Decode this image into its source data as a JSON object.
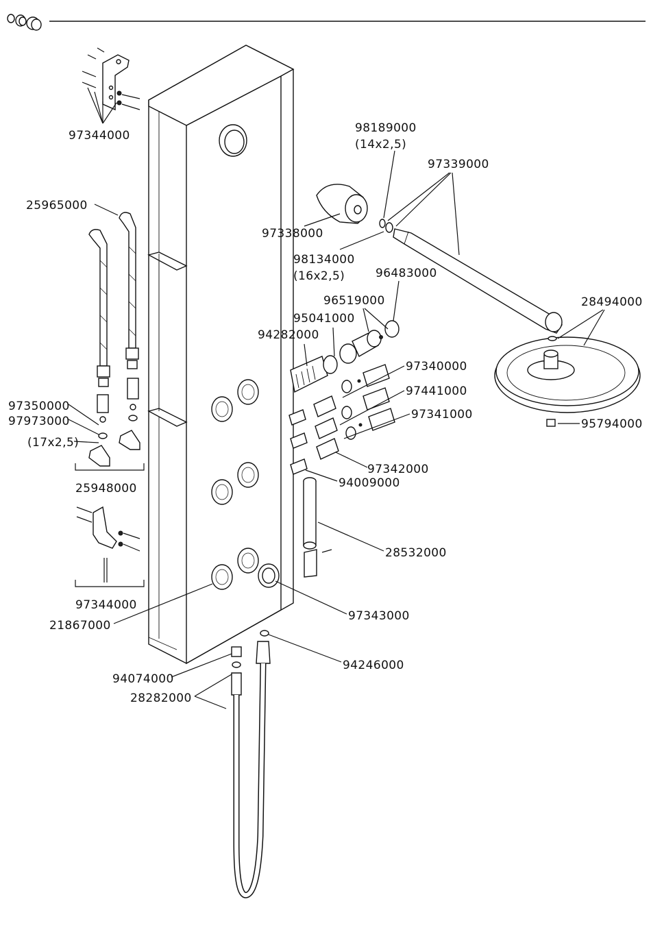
{
  "diagram": {
    "labels": {
      "97344000_top": "97344000",
      "25965000": "25965000",
      "97338000": "97338000",
      "98189000": "98189000",
      "98189000_size": "(14x2,5)",
      "97339000": "97339000",
      "98134000": "98134000",
      "98134000_size": "(16x2,5)",
      "96483000": "96483000",
      "96519000": "96519000",
      "95041000": "95041000",
      "94282000": "94282000",
      "28494000": "28494000",
      "97340000": "97340000",
      "97441000": "97441000",
      "97341000": "97341000",
      "95794000": "95794000",
      "97350000": "97350000",
      "97973000": "97973000",
      "17x25": "(17x2,5)",
      "97342000": "97342000",
      "94009000": "94009000",
      "25948000": "25948000",
      "28532000": "28532000",
      "97344000_bottom": "97344000",
      "21867000": "21867000",
      "97343000": "97343000",
      "94246000": "94246000",
      "94074000": "94074000",
      "28282000": "28282000"
    }
  }
}
